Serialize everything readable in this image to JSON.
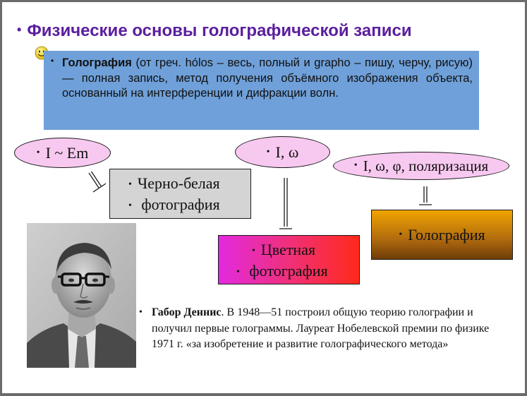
{
  "slide": {
    "title": "Физические основы голографической записи",
    "bullet": "•",
    "definition": {
      "term": "Голография",
      "text": " (от греч. hólos – весь, полный и grapho – пишу, черчу, рисую) — полная запись, метод получения объёмного изображения объекта, основанный на интерференции и дифракции волн."
    },
    "ovals": {
      "intensity": "I ~ Em",
      "intensity_frequency": "I, ω",
      "full": "I, ω, φ, поляризация"
    },
    "boxes": {
      "bw_line1": "Черно-белая",
      "bw_line2": "фотография",
      "color_line1": "Цветная",
      "color_line2": "фотография",
      "holography": "Голография"
    },
    "bio": {
      "name": "Габор Деннис",
      "text": ". В 1948—51 построил общую теорию голографии и получил первые голограммы. Лауреат Нобелевской премии по физике 1971 г.  «за изобретение и развитие голографического метода»"
    }
  }
}
